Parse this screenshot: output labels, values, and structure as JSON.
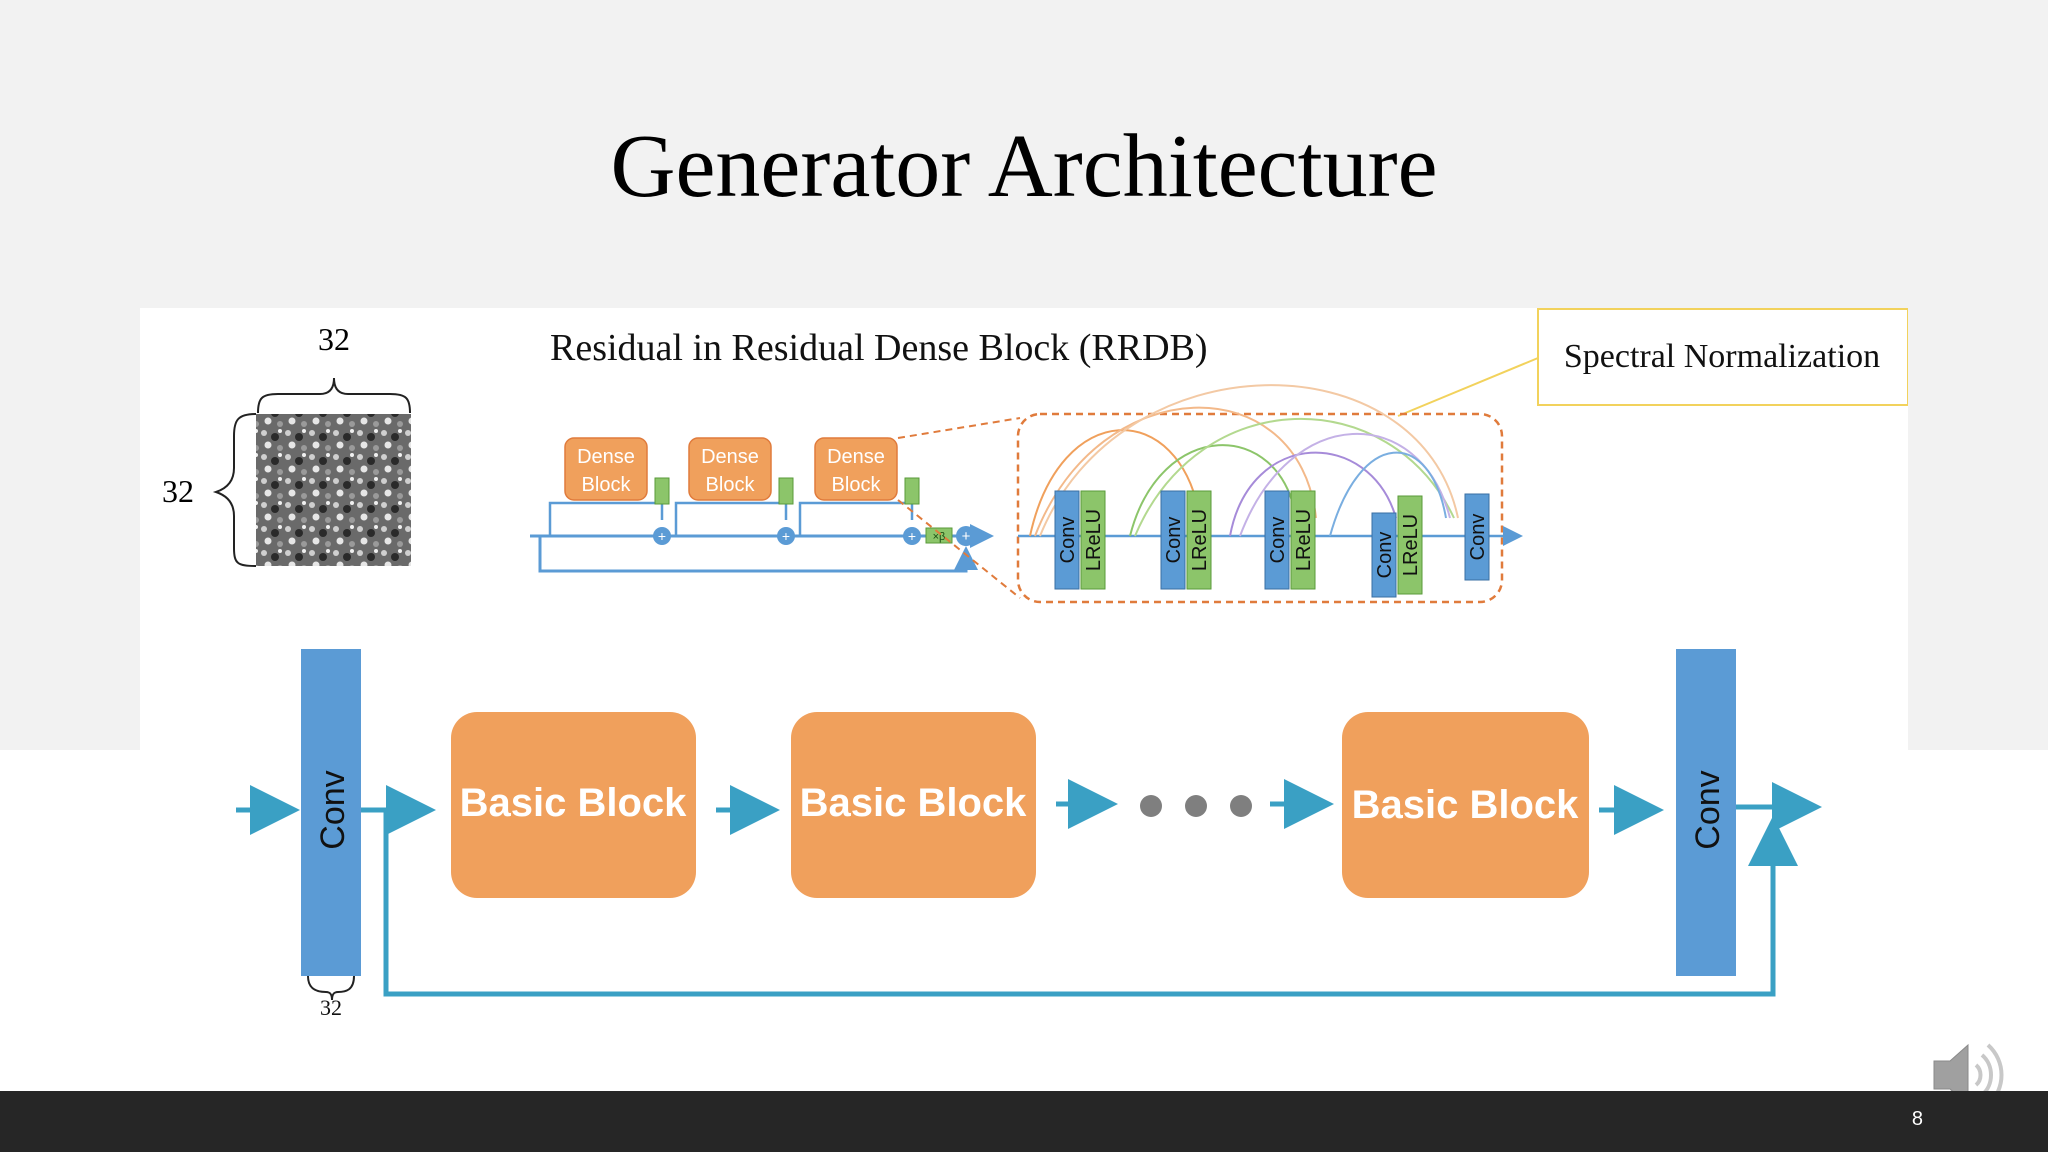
{
  "slide": {
    "title": "Generator Architecture",
    "page_number": "8"
  },
  "inset": {
    "rrdb_title": "Residual in Residual Dense Block (RRDB)",
    "spectral_label": "Spectral Normalization",
    "patch_width": "32",
    "patch_height": "32",
    "dense_block_label_1": "Dense",
    "dense_block_label_2": "Block",
    "scale_label": "×β",
    "conv_label": "Conv",
    "lrelu_label": "LReLU"
  },
  "pipeline": {
    "conv_label": "Conv",
    "basic_block_label": "Basic Block",
    "depth_label": "32"
  },
  "colors": {
    "orange_block": "#f0a05c",
    "blue_conv": "#5b9bd5",
    "green_lrelu": "#8cc56a",
    "arrow_teal": "#3aa0c4",
    "dashed_box": "#e07b3c",
    "highlight_box": "#f2d25c"
  },
  "icons": {
    "audio": "speaker-icon"
  }
}
